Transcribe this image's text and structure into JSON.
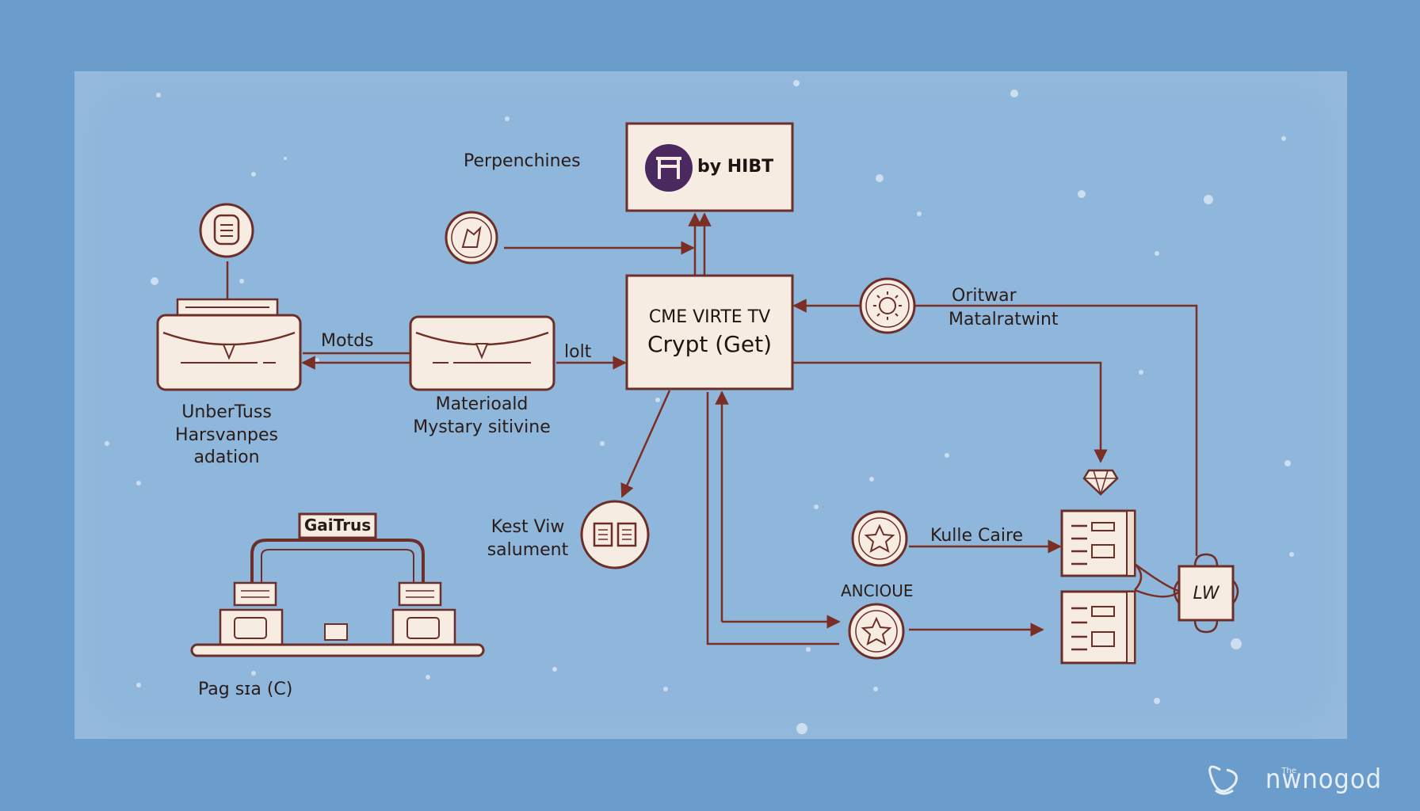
{
  "diagram": {
    "top_box": {
      "logo_label": "by HIBT"
    },
    "center_box": {
      "line1": "CME VIRTE TV",
      "line2": "Crypt (Get)"
    },
    "labels": {
      "perpenchines": "Perpenchines",
      "motds": "Motds",
      "lolt": "lolt",
      "ubertuss": [
        "UnberTuss",
        "Harsvanpes",
        "adation"
      ],
      "materioald": [
        "Materioald",
        "Mystary sitivine"
      ],
      "oritwar": [
        "Oritwar",
        "Matalratwint"
      ],
      "kest_view": [
        "Kest Viw",
        "salument"
      ],
      "kulle_caire": "Kulle Caire",
      "anciole": "ANCIOUE",
      "gaitrus": "GaiTrus",
      "pag_sia": "Pag sɪa (C)",
      "lw": "LW"
    }
  },
  "watermark": {
    "small": "The",
    "text": "nwnogod"
  },
  "colors": {
    "background": "#6a9dcb",
    "panel": "#8fb6db",
    "stroke": "#6e2e28",
    "fill": "#f6ece2"
  },
  "icons": [
    "document-icon",
    "badge-icon",
    "sun-icon",
    "book-icon",
    "star-icon",
    "gem-icon",
    "server-icon",
    "briefcase-icon"
  ]
}
